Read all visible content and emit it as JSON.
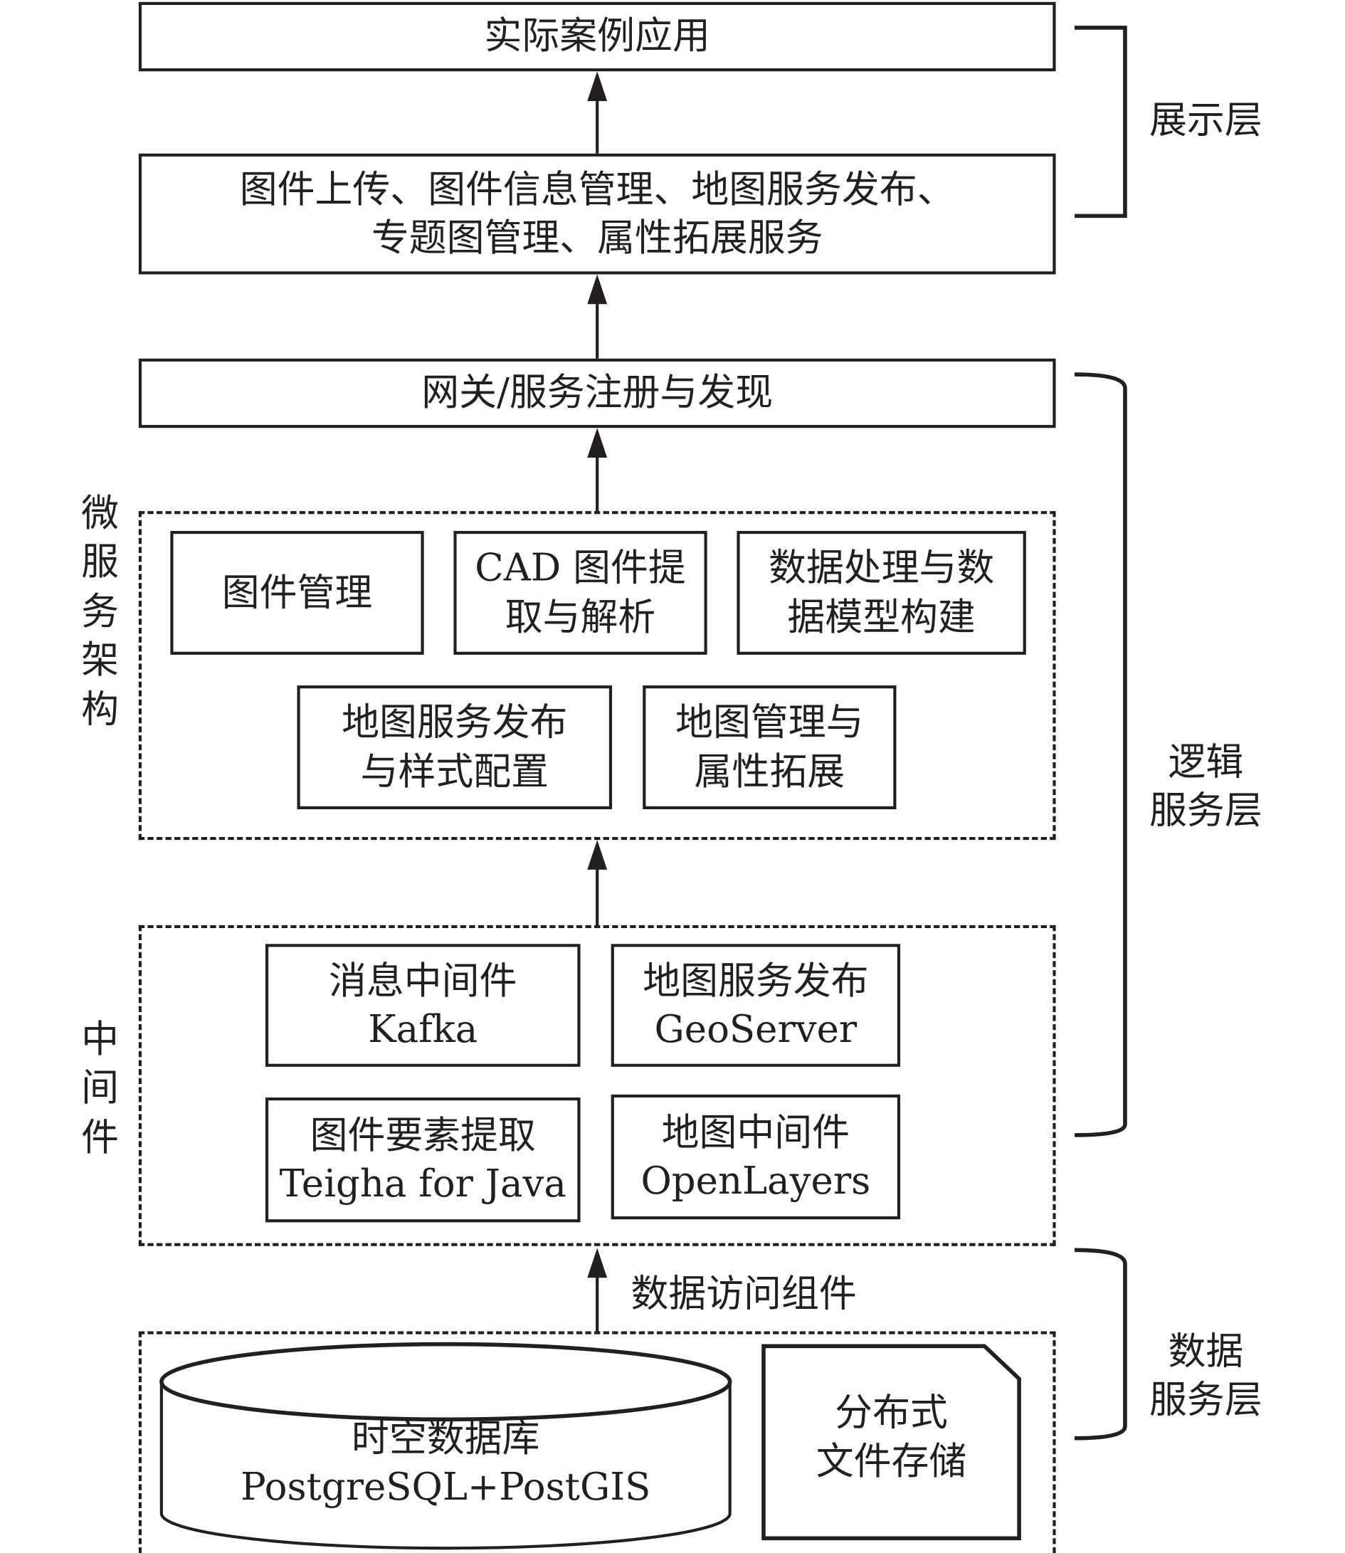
{
  "presentation": {
    "case_app": "实际案例应用",
    "services_line1": "图件上传、图件信息管理、地图服务发布、",
    "services_line2": "专题图管理、属性拓展服务"
  },
  "gateway": "网关/服务注册与发现",
  "microservice": {
    "label_chars": [
      "微",
      "服",
      "务",
      "架",
      "构"
    ],
    "modules": [
      {
        "line1": "图件管理",
        "line2": ""
      },
      {
        "line1": "CAD 图件提",
        "line2": "取与解析"
      },
      {
        "line1": "数据处理与数",
        "line2": "据模型构建"
      },
      {
        "line1": "地图服务发布",
        "line2": "与样式配置"
      },
      {
        "line1": "地图管理与",
        "line2": "属性拓展"
      }
    ]
  },
  "middleware": {
    "label_chars": [
      "中",
      "间",
      "件"
    ],
    "modules": [
      {
        "line1": "消息中间件",
        "line2": "Kafka"
      },
      {
        "line1": "地图服务发布",
        "line2": "GeoServer"
      },
      {
        "line1": "图件要素提取",
        "line2": "Teigha for Java"
      },
      {
        "line1": "地图中间件",
        "line2": "OpenLayers"
      }
    ]
  },
  "data_access": "数据访问组件",
  "data_storage": {
    "database_line1": "时空数据库",
    "database_line2": "PostgreSQL+PostGIS",
    "file_line1": "分布式",
    "file_line2": "文件存储"
  },
  "layers": {
    "presentation": "展示层",
    "logic_line1": "逻辑",
    "logic_line2": "服务层",
    "data_line1": "数据",
    "data_line2": "服务层"
  }
}
